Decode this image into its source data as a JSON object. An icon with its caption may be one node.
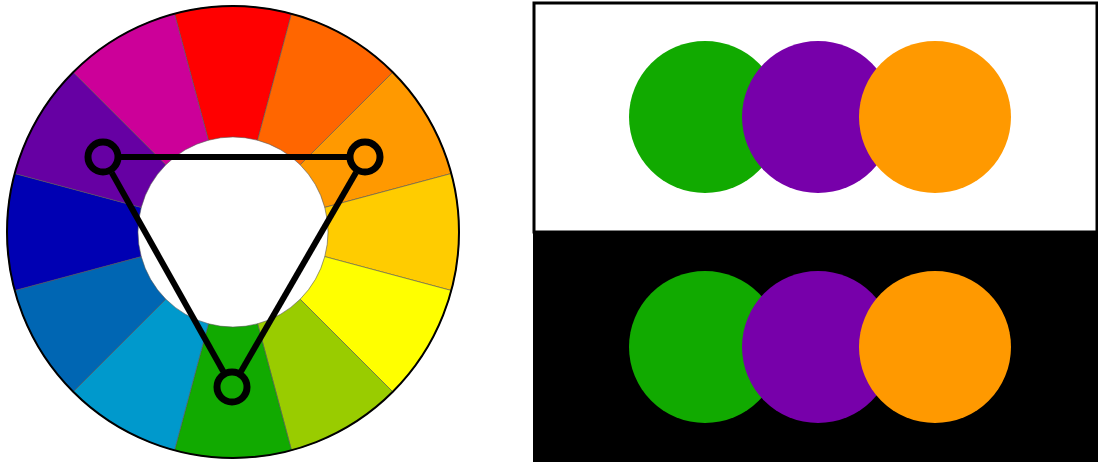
{
  "diagram": {
    "nodes": [
      {
        "text": [],
        "shape": "circle"
      },
      {
        "text": [],
        "shape": "circle"
      },
      {
        "text": [],
        "shape": "circle"
      }
    ],
    "edges": [
      {
        "from": 0,
        "to": 1,
        "arrow": "none"
      },
      {
        "from": 1,
        "to": 2,
        "arrow": "none"
      },
      {
        "from": 2,
        "to": 0,
        "arrow": "none"
      }
    ]
  }
}
